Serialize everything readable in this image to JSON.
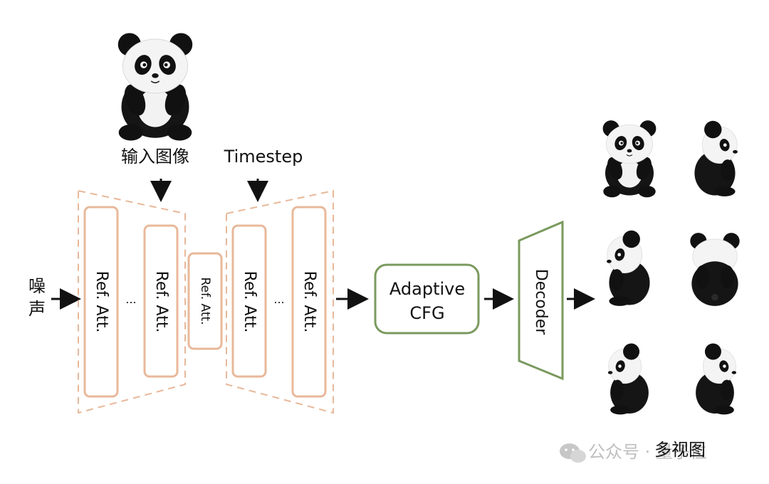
{
  "labels": {
    "input_image": "输入图像",
    "timestep": "Timestep",
    "noise_line1": "噪",
    "noise_line2": "声",
    "multiview": "多视图",
    "watermark": "公众号 · 量子位"
  },
  "blocks": {
    "ref_att": "Ref. Att.",
    "ellipsis": "...",
    "adaptive_cfg_line1": "Adaptive",
    "adaptive_cfg_line2": "CFG",
    "decoder": "Decoder"
  },
  "colors": {
    "unet": "#e8b89a",
    "cfg": "#7a9a5f",
    "arrow": "#111111",
    "text": "#111111"
  }
}
